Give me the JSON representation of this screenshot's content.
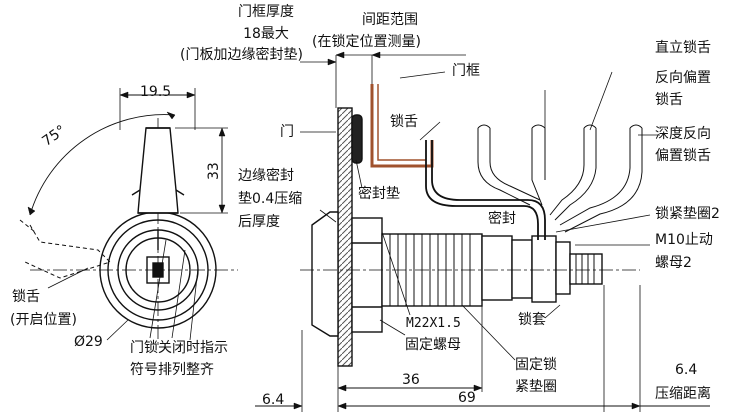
{
  "labels": {
    "frame_thickness": "门框厚度",
    "frame_max": "18最大",
    "frame_note": "(门板加边缘密封垫)",
    "spacing_range": "间距范围",
    "spacing_note": "(在锁定位置测量)",
    "door_frame": "门框",
    "door": "门",
    "tongue_top": "锁舌",
    "seal": "密封垫",
    "edge_seal_1": "边缘密封",
    "edge_seal_2": "垫0.4压缩",
    "edge_seal_3": "后厚度",
    "straight_tongue": "直立锁舌",
    "reverse_1": "反向偏置",
    "reverse_2": "锁舌",
    "depth_1": "深度反向",
    "depth_2": "偏置锁舌",
    "seal_small": "密封",
    "lock_washer2": "锁紧垫圈2",
    "m10_nut_1": "M10止动",
    "m10_nut_2": "螺母2",
    "tongue_left_1": "锁舌",
    "tongue_left_2": "(开启位置)",
    "dia": "Ø29",
    "indicator_1": "门锁关闭时指示",
    "indicator_2": "符号排列整齐",
    "thread": "M22X1.5",
    "fix_nut": "固定螺母",
    "sleeve": "锁套",
    "fix_washer_1": "固定锁",
    "fix_washer_2": "紧垫圈",
    "compress_1": "6.4",
    "compress_2": "压缩距离"
  },
  "dims": {
    "width_top": "19.5",
    "height_side": "33",
    "angle": "75°",
    "left_offset": "6.4",
    "len_36": "36",
    "len_69": "69"
  }
}
